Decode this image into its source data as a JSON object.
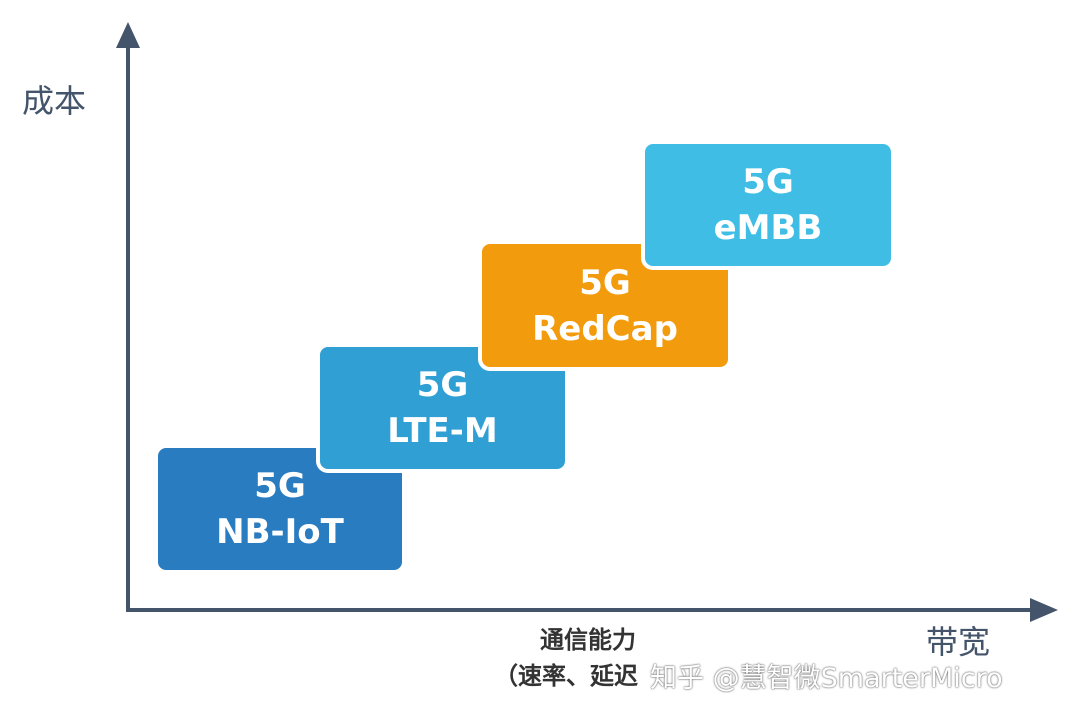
{
  "axes": {
    "y_label": "成本",
    "x_label": "带宽",
    "x_caption_line1": "通信能力",
    "x_caption_line2": "（速率、延迟"
  },
  "tiers": [
    {
      "line1": "5G",
      "line2": "NB-IoT",
      "color": "#2a7cc1"
    },
    {
      "line1": "5G",
      "line2": "LTE-M",
      "color": "#309fd4"
    },
    {
      "line1": "5G",
      "line2": "RedCap",
      "color": "#f29b0d"
    },
    {
      "line1": "5G",
      "line2": "eMBB",
      "color": "#3fbde5"
    }
  ],
  "watermark": "知乎 @慧智微SmarterMicro",
  "colors": {
    "axis": "#44546a",
    "background": "#ffffff"
  }
}
